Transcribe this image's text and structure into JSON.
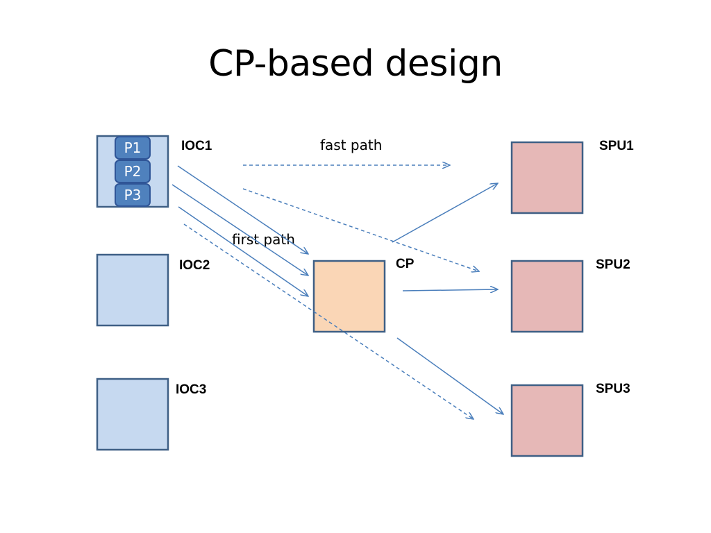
{
  "title": "CP-based design",
  "nodes": {
    "ioc1": "IOC1",
    "ioc2": "IOC2",
    "ioc3": "IOC3",
    "cp": "CP",
    "spu1": "SPU1",
    "spu2": "SPU2",
    "spu3": "SPU3"
  },
  "processes": [
    "P1",
    "P2",
    "P3"
  ],
  "paths": {
    "fast": "fast path",
    "first": "first path"
  },
  "colors": {
    "ioc_fill": "#c6d9f0",
    "cp_fill": "#fad6b6",
    "spu_fill": "#e6b8b7",
    "process_fill": "#4f81bd",
    "arrow": "#4a7ebb",
    "border": "#3e5f85"
  }
}
